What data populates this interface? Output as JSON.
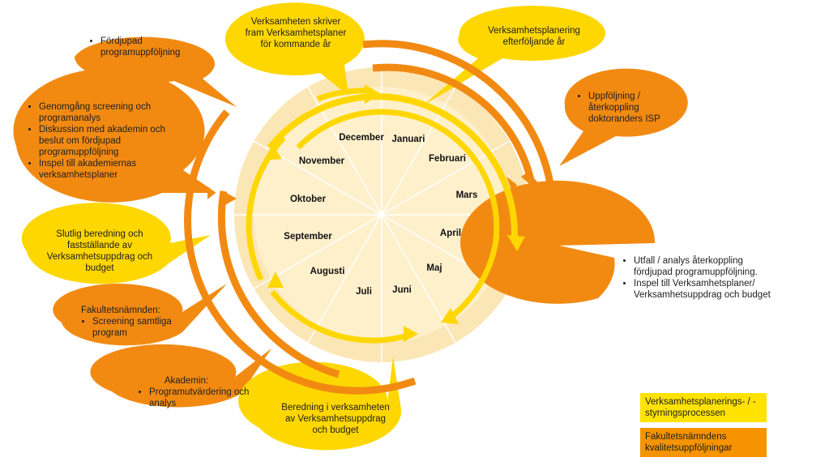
{
  "colors": {
    "yellow": "#FFD700",
    "orange": "#F28A12",
    "disc": "#FFF0CC",
    "ring": "#FBE6B5",
    "legend_yellow": "#FFE200",
    "legend_orange": "#F59300"
  },
  "months": [
    "Januari",
    "Februari",
    "Mars",
    "April",
    "Maj",
    "Juni",
    "Juli",
    "Augusti",
    "September",
    "Oktober",
    "November",
    "December"
  ],
  "bubbles": {
    "fordjupad": {
      "lines": [
        "Fördjupad programuppföljning"
      ]
    },
    "genomgang": {
      "lines": [
        "Genomgång screening och programanalys",
        "Diskussion med akademin och beslut om fördjupad programuppföljning",
        "Inspel till akademiernas verksamhetsplaner"
      ]
    },
    "verksamheten": {
      "text": "Verksamheten skriver fram Verksamhetsplaner för kommande år"
    },
    "planering": {
      "text": "Verksamhetsplanering efterföljande år"
    },
    "uppfoljning": {
      "lines": [
        "Uppföljning / återkoppling doktoranders ISP"
      ]
    },
    "slutlig": {
      "text": "Slutlig beredning och fastställande av Verksamhetsuppdrag och budget"
    },
    "fakultetsnamnden": {
      "heading": "Fakultetsnämnden:",
      "lines": [
        "Screening samtliga program"
      ]
    },
    "akademin": {
      "heading": "Akademin:",
      "lines": [
        "Programutvärdering och analys"
      ]
    },
    "beredning": {
      "text": "Beredning i verksamheten av Verksamhetsuppdrag och budget"
    },
    "utfall": {
      "lines": [
        "Utfall / analys återkoppling fördjupad programuppföljning.",
        "Inspel till Verksamhetsplaner/ Verksamhetsuppdrag och budget"
      ]
    }
  },
  "legend": {
    "yellow_label": "Verksamhetsplanerings- / -styrningsprocessen",
    "orange_label": "Fakultetsnämndens kvalitetsuppföljningar"
  }
}
